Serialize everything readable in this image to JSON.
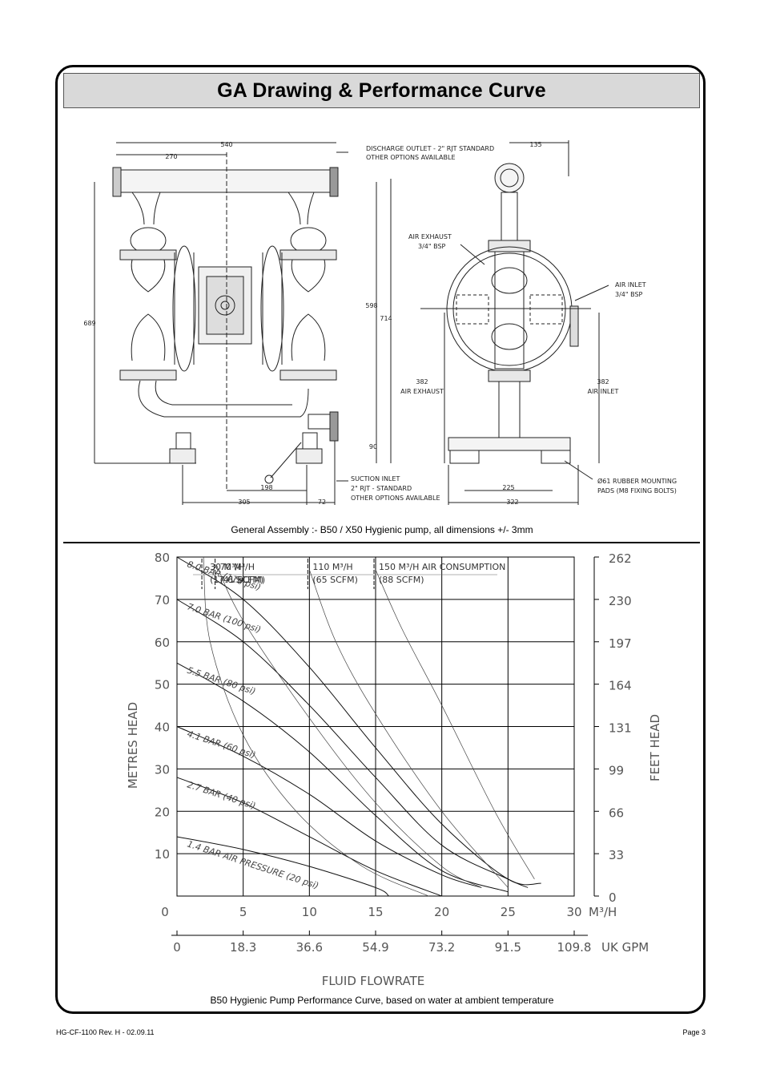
{
  "page": {
    "title": "GA Drawing & Performance Curve",
    "footer_left": "HG-CF-1100 Rev. H - 02.09.11",
    "footer_right": "Page 3"
  },
  "ga_drawing": {
    "caption": "General Assembly :- B50 / X50 Hygienic pump, all dimensions +/- 3mm",
    "front_dims": {
      "width_total": "540",
      "half_width": "270",
      "height": "689",
      "inlet_to_outlet": "598",
      "overall": "714",
      "base_height": "90",
      "foot_span": "198",
      "base_width": "305",
      "offset": "72"
    },
    "side_dims": {
      "top_offset": "135",
      "air_exhaust_height": "382",
      "air_inlet_height": "382",
      "foot_span": "225",
      "base_width": "322"
    },
    "notes": {
      "discharge": [
        "DISCHARGE OUTLET - 2\" RJT STANDARD",
        "OTHER OPTIONS AVAILABLE"
      ],
      "suction": [
        "SUCTION INLET",
        "2\" RJT - STANDARD",
        "OTHER OPTIONS AVAILABLE"
      ],
      "air_exhaust_top": [
        "AIR EXHAUST",
        "3/4\" BSP"
      ],
      "air_inlet_top": [
        "AIR INLET",
        "3/4\" BSP"
      ],
      "air_exhaust_side": "AIR EXHAUST",
      "air_inlet_side": "AIR INLET",
      "mounting": [
        "Ø61 RUBBER MOUNTING",
        "PADS (M8 FIXING BOLTS)"
      ]
    }
  },
  "chart_data": {
    "type": "line",
    "caption": "B50 Hygienic Pump Performance Curve, based on water at ambient temperature",
    "xlabel": "FLUID FLOWRATE",
    "ylabel_left": "METRES HEAD",
    "ylabel_right": "FEET HEAD",
    "xlim": [
      0,
      30
    ],
    "ylim": [
      0,
      80
    ],
    "x_ticks": [
      "0",
      "5",
      "10",
      "15",
      "20",
      "25",
      "30"
    ],
    "x_unit": "M³/H",
    "gpm_ticks": [
      "0",
      "18.3",
      "36.6",
      "54.9",
      "73.2",
      "91.5",
      "109.8"
    ],
    "gpm_unit": "UK GPM",
    "y_ticks": [
      "0",
      "10",
      "20",
      "30",
      "40",
      "50",
      "60",
      "70",
      "80"
    ],
    "feet_ticks": [
      "0",
      "33",
      "66",
      "99",
      "131",
      "164",
      "197",
      "230",
      "262"
    ],
    "grid": true,
    "series": [
      {
        "name": "8.0 BAR (116 psi)",
        "x": [
          0,
          5,
          10,
          15,
          20,
          25,
          27.5
        ],
        "y": [
          80,
          70,
          54,
          35,
          17,
          4,
          3
        ]
      },
      {
        "name": "7.0 BAR (100 psi)",
        "x": [
          0,
          5,
          10,
          15,
          20,
          25,
          26.5
        ],
        "y": [
          70,
          60,
          45,
          28,
          12,
          4,
          2
        ]
      },
      {
        "name": "5.5 BAR (80 psi)",
        "x": [
          0,
          5,
          10,
          15,
          20,
          25
        ],
        "y": [
          55,
          46,
          34,
          19,
          6,
          1
        ]
      },
      {
        "name": "4.1 BAR (60 psi)",
        "x": [
          0,
          5,
          10,
          15,
          20,
          23
        ],
        "y": [
          40,
          33,
          24,
          13,
          5,
          2
        ]
      },
      {
        "name": "2.7 BAR (40 psi)",
        "x": [
          0,
          5,
          10,
          15,
          20
        ],
        "y": [
          28,
          22,
          14,
          6,
          0
        ]
      },
      {
        "name": "1.4 BAR AIR PRESSURE (20 psi)",
        "x": [
          0,
          5,
          10,
          15,
          16
        ],
        "y": [
          14,
          11,
          7,
          2,
          0
        ]
      }
    ],
    "air_consumption": [
      {
        "m3h": "30",
        "scfm": "(17.6 SCFM)",
        "x": [
          2,
          2.5,
          5,
          9,
          14,
          19
        ],
        "y": [
          80,
          60,
          38,
          20,
          7,
          0
        ]
      },
      {
        "m3h": "70",
        "scfm": "(41 SCFM)",
        "x": [
          3,
          5,
          10,
          15,
          20,
          23
        ],
        "y": [
          78,
          65,
          42,
          22,
          7,
          2
        ]
      },
      {
        "m3h": "110",
        "scfm": "(65 SCFM)",
        "x": [
          10,
          12,
          15,
          20,
          25
        ],
        "y": [
          77,
          60,
          43,
          20,
          2
        ]
      },
      {
        "m3h": "150",
        "scfm": "(88 SCFM)",
        "x": [
          15,
          17,
          20,
          24,
          27
        ],
        "y": [
          77,
          63,
          45,
          20,
          4
        ]
      }
    ],
    "air_label_suffix": "M³/H AIR CONSUMPTION"
  }
}
